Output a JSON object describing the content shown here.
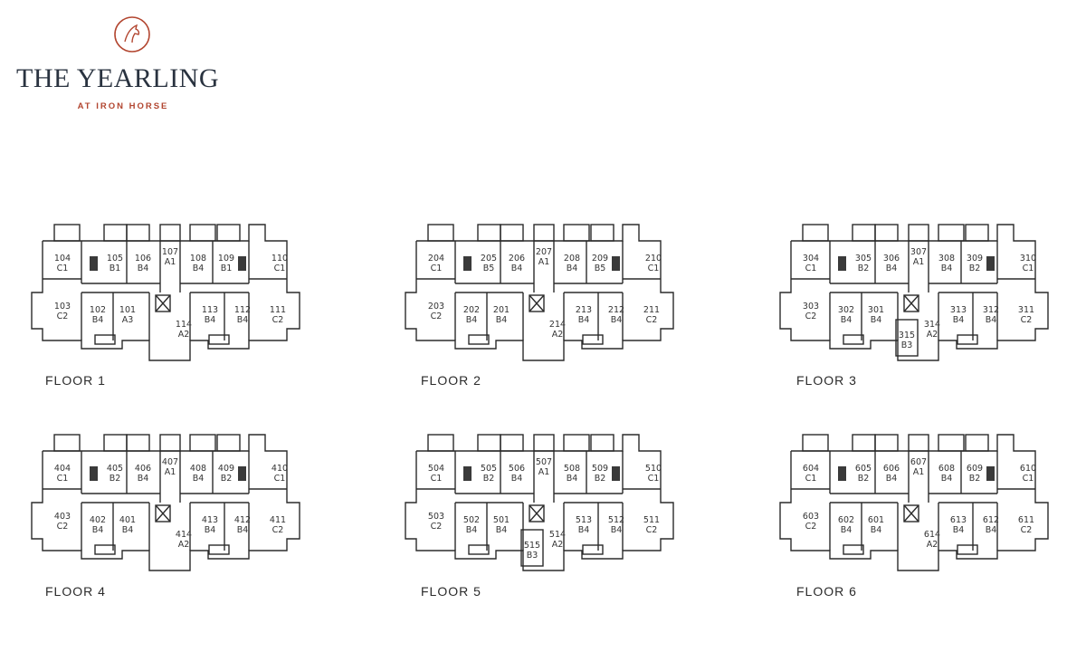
{
  "brand": {
    "title": "THE YEARLING",
    "subtitle": "AT IRON HORSE",
    "accent_color": "#b2452f",
    "logo_icon": "horse-head-icon"
  },
  "floors": [
    {
      "label": "FLOOR 1",
      "units": {
        "nw": [
          "104",
          "C1"
        ],
        "b1": [
          "105",
          "B1"
        ],
        "b2": [
          "106",
          "B4"
        ],
        "core": [
          "107",
          "A1"
        ],
        "b3": [
          "108",
          "B4"
        ],
        "b4": [
          "109",
          "B1"
        ],
        "ne": [
          "110",
          "C1"
        ],
        "w": [
          "103",
          "C2"
        ],
        "s1": [
          "102",
          "B4"
        ],
        "s2": [
          "101",
          "A3"
        ],
        "sc": [
          "114",
          "A2"
        ],
        "s3": [
          "113",
          "B4"
        ],
        "s4": [
          "112",
          "B4"
        ],
        "e": [
          "111",
          "C2"
        ]
      }
    },
    {
      "label": "FLOOR 2",
      "units": {
        "nw": [
          "204",
          "C1"
        ],
        "b1": [
          "205",
          "B5"
        ],
        "b2": [
          "206",
          "B4"
        ],
        "core": [
          "207",
          "A1"
        ],
        "b3": [
          "208",
          "B4"
        ],
        "b4": [
          "209",
          "B5"
        ],
        "ne": [
          "210",
          "C1"
        ],
        "w": [
          "203",
          "C2"
        ],
        "s1": [
          "202",
          "B4"
        ],
        "s2": [
          "201",
          "B4"
        ],
        "sc": [
          "214",
          "A2"
        ],
        "s3": [
          "213",
          "B4"
        ],
        "s4": [
          "212",
          "B4"
        ],
        "e": [
          "211",
          "C2"
        ]
      }
    },
    {
      "label": "FLOOR 3",
      "units": {
        "nw": [
          "304",
          "C1"
        ],
        "b1": [
          "305",
          "B2"
        ],
        "b2": [
          "306",
          "B4"
        ],
        "core": [
          "307",
          "A1"
        ],
        "b3": [
          "308",
          "B4"
        ],
        "b4": [
          "309",
          "B2"
        ],
        "ne": [
          "310",
          "C1"
        ],
        "w": [
          "303",
          "C2"
        ],
        "s1": [
          "302",
          "B4"
        ],
        "s2": [
          "301",
          "B4"
        ],
        "sc": [
          "314",
          "A2"
        ],
        "sx": [
          "315",
          "B3"
        ],
        "s3": [
          "313",
          "B4"
        ],
        "s4": [
          "312",
          "B4"
        ],
        "e": [
          "311",
          "C2"
        ]
      }
    },
    {
      "label": "FLOOR 4",
      "units": {
        "nw": [
          "404",
          "C1"
        ],
        "b1": [
          "405",
          "B2"
        ],
        "b2": [
          "406",
          "B4"
        ],
        "core": [
          "407",
          "A1"
        ],
        "b3": [
          "408",
          "B4"
        ],
        "b4": [
          "409",
          "B2"
        ],
        "ne": [
          "410",
          "C1"
        ],
        "w": [
          "403",
          "C2"
        ],
        "s1": [
          "402",
          "B4"
        ],
        "s2": [
          "401",
          "B4"
        ],
        "sc": [
          "414",
          "A2"
        ],
        "s3": [
          "413",
          "B4"
        ],
        "s4": [
          "412",
          "B4"
        ],
        "e": [
          "411",
          "C2"
        ]
      }
    },
    {
      "label": "FLOOR 5",
      "units": {
        "nw": [
          "504",
          "C1"
        ],
        "b1": [
          "505",
          "B2"
        ],
        "b2": [
          "506",
          "B4"
        ],
        "core": [
          "507",
          "A1"
        ],
        "b3": [
          "508",
          "B4"
        ],
        "b4": [
          "509",
          "B2"
        ],
        "ne": [
          "510",
          "C1"
        ],
        "w": [
          "503",
          "C2"
        ],
        "s1": [
          "502",
          "B4"
        ],
        "s2": [
          "501",
          "B4"
        ],
        "sc": [
          "514",
          "A2"
        ],
        "sx": [
          "515",
          "B3"
        ],
        "s3": [
          "513",
          "B4"
        ],
        "s4": [
          "512",
          "B4"
        ],
        "e": [
          "511",
          "C2"
        ]
      }
    },
    {
      "label": "FLOOR 6",
      "units": {
        "nw": [
          "604",
          "C1"
        ],
        "b1": [
          "605",
          "B2"
        ],
        "b2": [
          "606",
          "B4"
        ],
        "core": [
          "607",
          "A1"
        ],
        "b3": [
          "608",
          "B4"
        ],
        "b4": [
          "609",
          "B2"
        ],
        "ne": [
          "610",
          "C1"
        ],
        "w": [
          "603",
          "C2"
        ],
        "s1": [
          "602",
          "B4"
        ],
        "s2": [
          "601",
          "B4"
        ],
        "sc": [
          "614",
          "A2"
        ],
        "s3": [
          "613",
          "B4"
        ],
        "s4": [
          "612",
          "B4"
        ],
        "e": [
          "611",
          "C2"
        ]
      }
    }
  ]
}
